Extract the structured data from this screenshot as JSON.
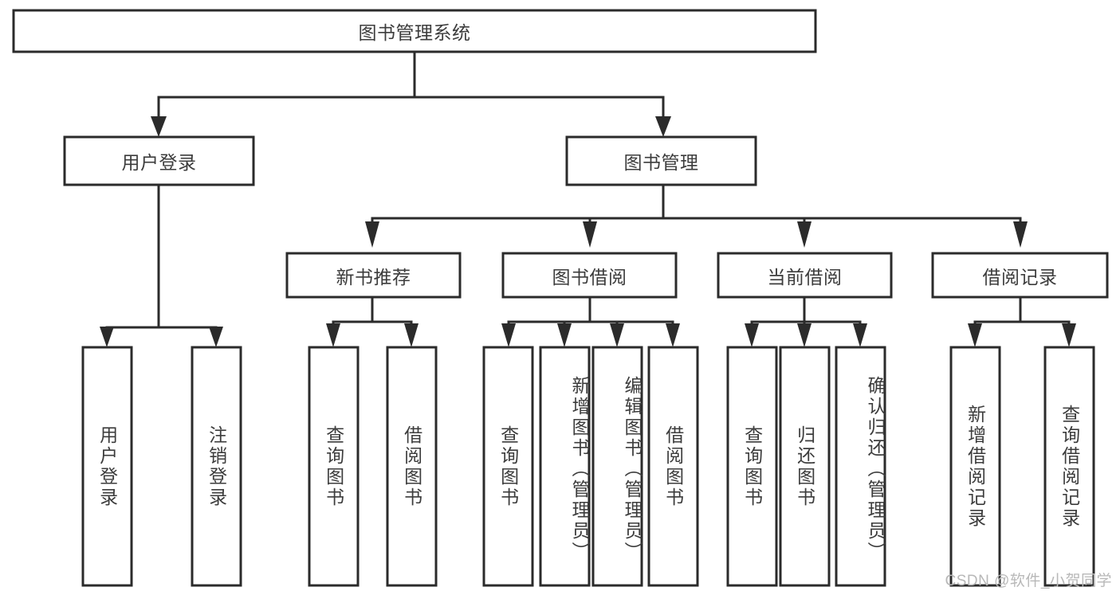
{
  "diagram": {
    "type": "tree-hierarchy",
    "title": "图书管理系统",
    "watermark": "CSDN @软件_小贺同学",
    "colors": {
      "stroke": "#2b2b2b",
      "fill": "#ffffff",
      "text": "#3c3c3c",
      "watermark": "#b8b8b8",
      "background": "#ffffff"
    },
    "root": {
      "label": "图书管理系统"
    },
    "level2": [
      {
        "label": "用户登录"
      },
      {
        "label": "图书管理"
      }
    ],
    "level3": [
      {
        "label": "新书推荐"
      },
      {
        "label": "图书借阅"
      },
      {
        "label": "当前借阅"
      },
      {
        "label": "借阅记录"
      }
    ],
    "leaves": {
      "user_login": [
        {
          "label": "用户登录"
        },
        {
          "label": "注销登录"
        }
      ],
      "new_book_recommend": [
        {
          "label": "查询图书"
        },
        {
          "label": "借阅图书"
        }
      ],
      "book_borrow": [
        {
          "label": "查询图书"
        },
        {
          "label": "新增图书（管理员）"
        },
        {
          "label": "编辑图书（管理员）"
        },
        {
          "label": "借阅图书"
        }
      ],
      "current_borrow": [
        {
          "label": "查询图书"
        },
        {
          "label": "归还图书"
        },
        {
          "label": "确认归还（管理员）"
        }
      ],
      "borrow_record": [
        {
          "label": "新增借阅记录"
        },
        {
          "label": "查询借阅记录"
        }
      ]
    }
  }
}
